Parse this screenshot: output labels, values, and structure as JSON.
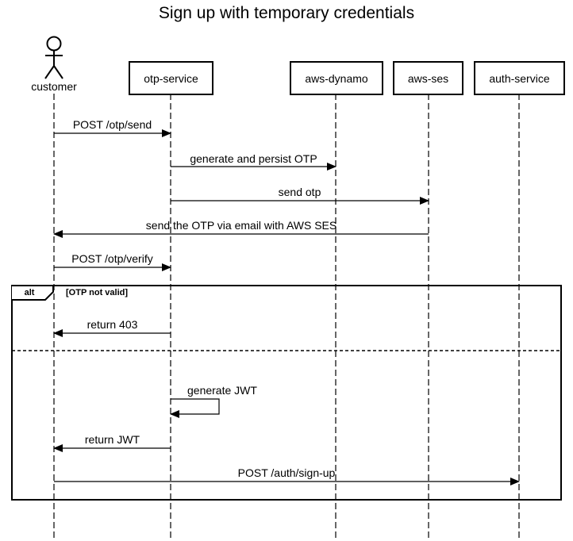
{
  "diagram": {
    "title": "Sign up with temporary credentials",
    "actor": {
      "label": "customer"
    },
    "participants": [
      {
        "label": "otp-service"
      },
      {
        "label": "aws-dynamo"
      },
      {
        "label": "aws-ses"
      },
      {
        "label": "auth-service"
      }
    ],
    "messages": [
      {
        "label": "POST /otp/send"
      },
      {
        "label": "generate and persist OTP"
      },
      {
        "label": "send otp"
      },
      {
        "label": "send the OTP via email with AWS SES"
      },
      {
        "label": "POST /otp/verify"
      },
      {
        "label": "return 403"
      },
      {
        "label": "generate JWT"
      },
      {
        "label": "return JWT"
      },
      {
        "label": "POST /auth/sign-up"
      }
    ],
    "alt_fragment": {
      "keyword": "alt",
      "condition": "[OTP not valid]"
    }
  }
}
